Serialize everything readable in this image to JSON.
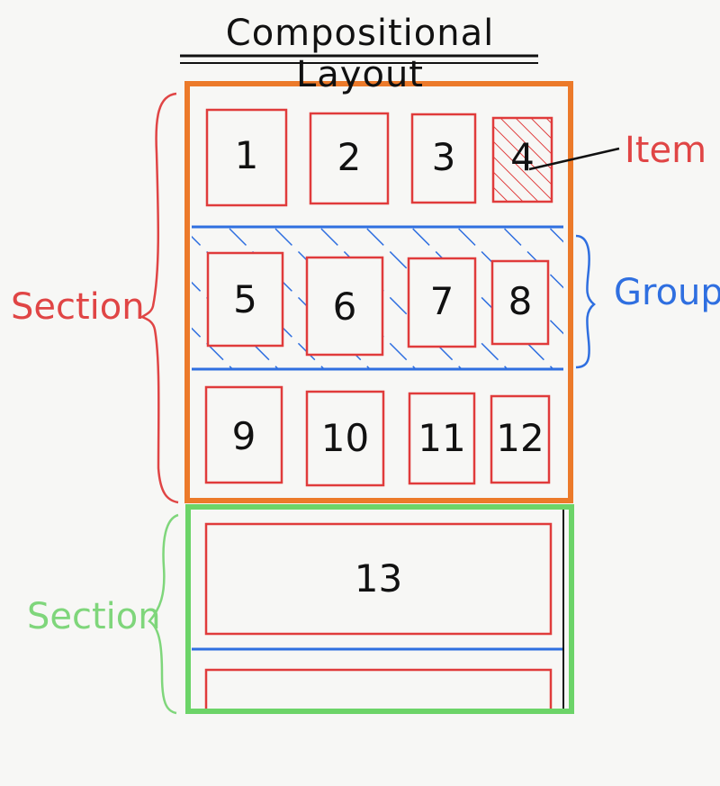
{
  "title": "Compositional Layout",
  "labels": {
    "section_top": "Section",
    "section_bottom": "Section",
    "group": "Group",
    "item": "Item"
  },
  "colors": {
    "item": "#e03b3b",
    "group": "#2f6fe0",
    "section_top": "#ec7a2a",
    "section_bottom": "#6cd468",
    "section_top_label": "#e04545",
    "section_bottom_label": "#7fd67b",
    "ink": "#111111"
  },
  "items": [
    "1",
    "2",
    "3",
    "4",
    "5",
    "6",
    "7",
    "8",
    "9",
    "10",
    "11",
    "12",
    "13"
  ]
}
